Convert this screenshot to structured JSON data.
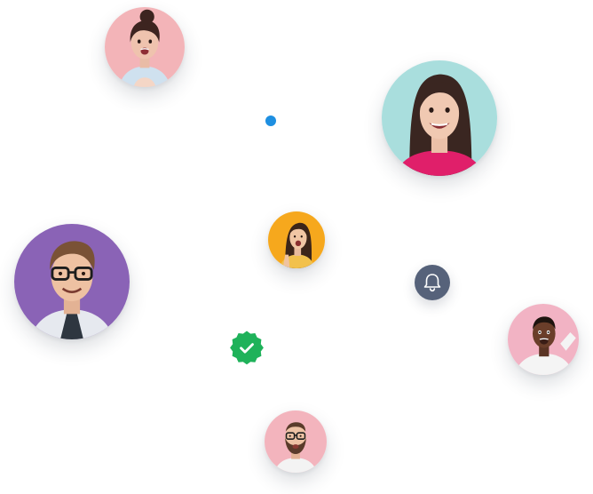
{
  "colors": {
    "background": "#ffffff",
    "accent_dot": "#1e8fe1",
    "bell_badge": "#56627a",
    "verified_badge": "#1fb25a"
  },
  "avatars": [
    {
      "name": "avatar-woman-bun",
      "background": "#f3b4b8"
    },
    {
      "name": "avatar-woman-pink-top",
      "background": "#a9dedd"
    },
    {
      "name": "avatar-woman-yellow",
      "background": "#f6a81d"
    },
    {
      "name": "avatar-man-glasses",
      "background": "#8a63b6"
    },
    {
      "name": "avatar-man-white-shirt",
      "background": "#f2b3c4"
    },
    {
      "name": "avatar-man-beard-glasses",
      "background": "#f3b4bd"
    }
  ],
  "icons": {
    "bell": "bell-icon",
    "verified": "verified-check-icon"
  }
}
